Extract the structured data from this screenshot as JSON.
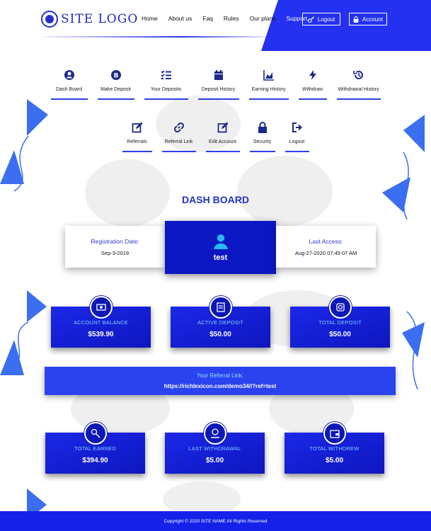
{
  "header": {
    "logo_text": "SITE LOGO",
    "nav": [
      "Home",
      "About us",
      "Faq",
      "Rules",
      "Our plans",
      "Support"
    ],
    "logout_label": "Logout",
    "account_label": "Account"
  },
  "menu_row1": [
    {
      "label": "Dash Board",
      "icon": "user-circle-icon"
    },
    {
      "label": "Make Deposit",
      "icon": "bitcoin-icon"
    },
    {
      "label": "Your Deposits",
      "icon": "list-check-icon"
    },
    {
      "label": "Deposit History",
      "icon": "calendar-icon"
    },
    {
      "label": "Earning History",
      "icon": "area-chart-icon"
    },
    {
      "label": "Withdraw",
      "icon": "bolt-icon"
    },
    {
      "label": "Withdrawal History",
      "icon": "history-icon"
    }
  ],
  "menu_row2": [
    {
      "label": "Referrals",
      "icon": "edit-icon"
    },
    {
      "label": "Referral Link",
      "icon": "link-icon"
    },
    {
      "label": "Edit Account",
      "icon": "edit-icon"
    },
    {
      "label": "Security",
      "icon": "lock-icon"
    },
    {
      "label": "Logout",
      "icon": "sign-out-icon"
    }
  ],
  "page_title": "DASH BOARD",
  "registration": {
    "label": "Registration Date:",
    "value": "Sep-3-2019"
  },
  "user": {
    "name": "test"
  },
  "last_access": {
    "label": "Last Access:",
    "value": "Aug-27-2020 07:45:07 AM"
  },
  "stats_row1": [
    {
      "label": "ACCOUNT BALANCE",
      "value": "$539.90",
      "icon": "cash-icon"
    },
    {
      "label": "ACTIVE DEPOSIT",
      "value": "$50.00",
      "icon": "deposit-icon"
    },
    {
      "label": "TOTAL DEPOSIT",
      "value": "$50.00",
      "icon": "coin-deposit-icon"
    }
  ],
  "referral": {
    "label": "Your Referral Link:",
    "value": "https://richlexicon.com/demo34//?ref=test"
  },
  "stats_row2": [
    {
      "label": "TOTAL EARNED",
      "value": "$394.90",
      "icon": "earnings-icon"
    },
    {
      "label": "LAST WITHDRAWAL",
      "value": "$5.00",
      "icon": "withdrawal-icon"
    },
    {
      "label": "TOTAL WITHDREW",
      "value": "$5.00",
      "icon": "wallet-icon"
    }
  ],
  "footer": {
    "text": "Copyright © 2020 SITE NAME All Rights Reserved"
  },
  "colors": {
    "primary": "#1521e8",
    "card": "#0c17c4",
    "accent_text": "#2d39c4",
    "stat_label": "#7fd0ff"
  }
}
